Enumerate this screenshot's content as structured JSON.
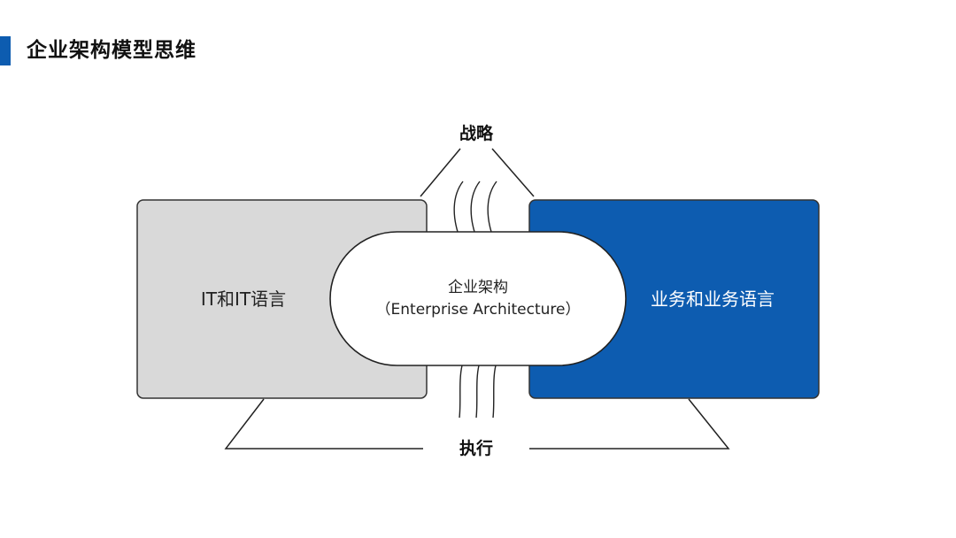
{
  "header": {
    "title": "企业架构模型思维"
  },
  "diagram": {
    "top": "战略",
    "bottom": "执行",
    "left_box": "IT和IT语言",
    "right_box": "业务和业务语言",
    "center_title": "企业架构",
    "center_subtitle": "（Enterprise Architecture）"
  },
  "colors": {
    "accent": "#0d5cb0",
    "left_box_fill": "#d9d9d9",
    "right_box_fill": "#0d5cb0"
  }
}
